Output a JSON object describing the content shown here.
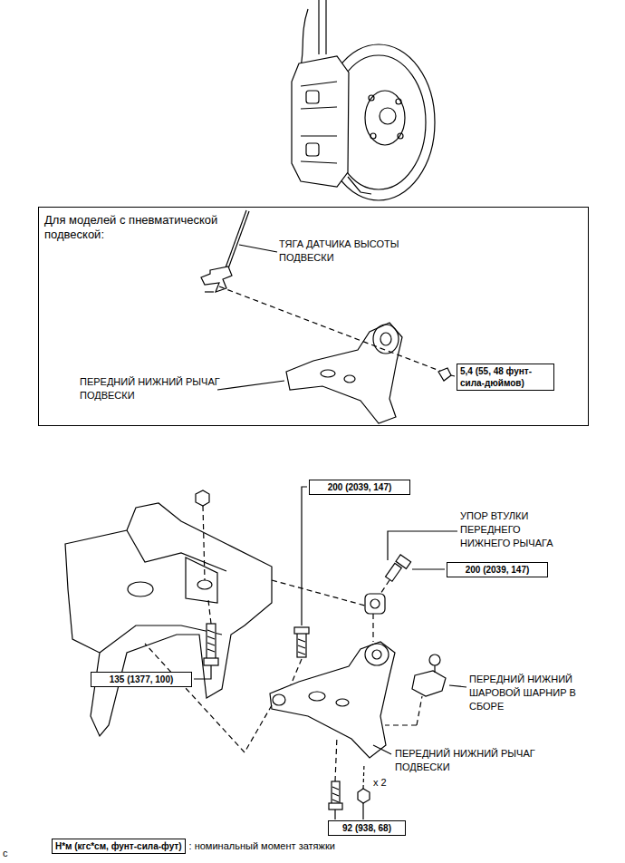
{
  "diagram": {
    "nodes": [
      {
        "text": [
          "Для моделей с пневматической подвеской:"
        ]
      },
      {
        "text": [
          "5,4 (55, 48 фунт-сила-дюймов)"
        ],
        "in": 0
      },
      {
        "text": [
          "200 (2039, 147)"
        ]
      },
      {
        "text": [
          "200 (2039, 147)"
        ]
      },
      {
        "text": [
          "135 (1377, 100)"
        ]
      },
      {
        "text": [
          "92 (938, 68)"
        ]
      },
      {
        "text": [
          "Н*м (кгс*см, фунт-сила-фут)"
        ]
      }
    ],
    "labels": [
      "ТЯГА ДАТЧИКА ВЫСОТЫ ПОДВЕСКИ",
      "ПЕРЕДНИЙ НИЖНИЙ РЫЧАГ ПОДВЕСКИ",
      "УПОР ВТУЛКИ ПЕРЕДНЕГО НИЖНЕГО РЫЧАГА",
      "ПЕРЕДНИЙ НИЖНИЙ ШАРОВОЙ ШАРНИР В СБОРЕ",
      "ПЕРЕДНИЙ НИЖНИЙ РЫЧАГ ПОДВЕСКИ",
      "x 2",
      ": номинальный момент затяжки",
      "c"
    ]
  }
}
